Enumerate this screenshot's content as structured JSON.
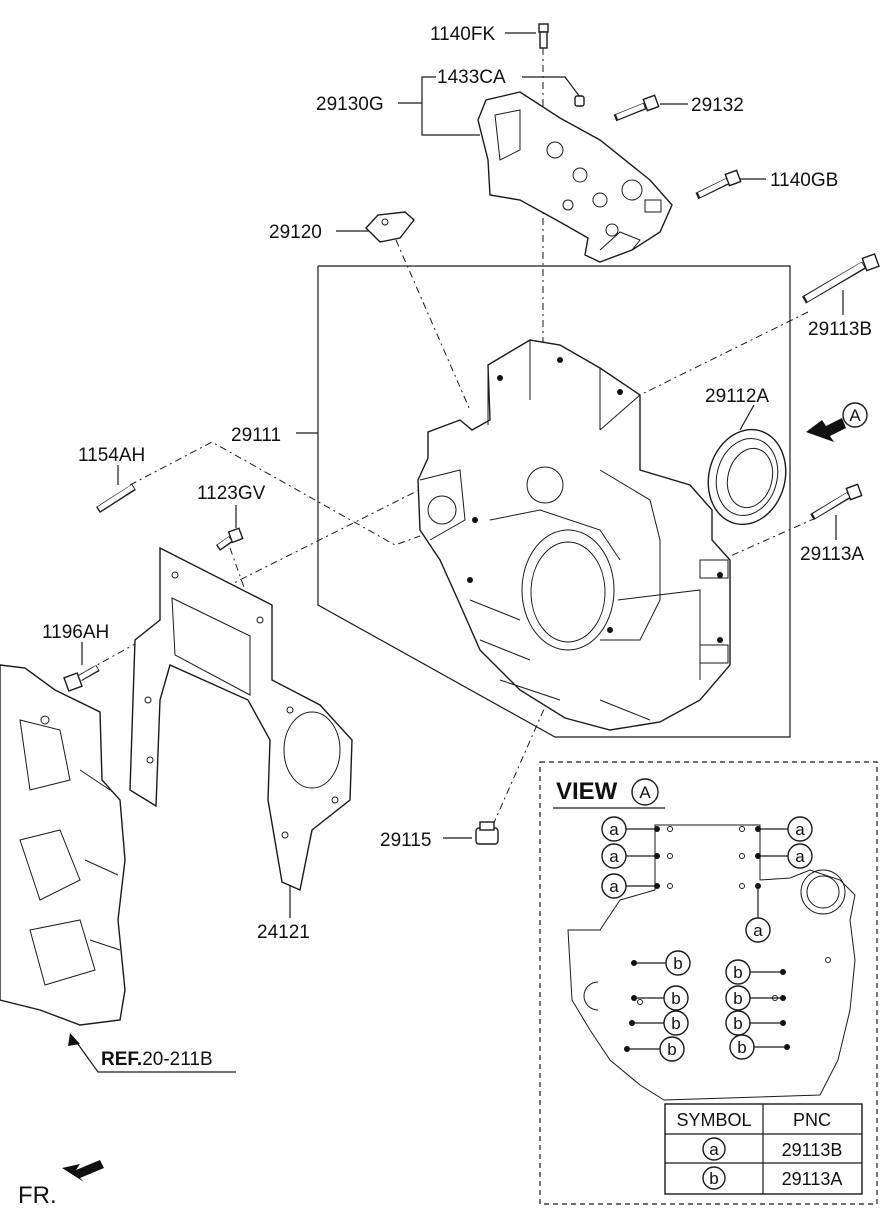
{
  "labels": {
    "p1140FK": "1140FK",
    "p1433CA": "1433CA",
    "p29130G": "29130G",
    "p29132": "29132",
    "p1140GB": "1140GB",
    "p29120": "29120",
    "p29113B": "29113B",
    "p29112A": "29112A",
    "p29111": "29111",
    "p1154AH": "1154AH",
    "p1123GV": "1123GV",
    "p29113A": "29113A",
    "p1196AH": "1196AH",
    "p29115": "29115",
    "p24121": "24121",
    "ref_prefix": "REF.",
    "ref_number": "20-211B",
    "front": "FR."
  },
  "view_callout": {
    "letter": "A"
  },
  "view_panel": {
    "title": "VIEW",
    "letter": "A",
    "symbol_a": "a",
    "symbol_b": "b"
  },
  "legend_table": {
    "header_symbol": "SYMBOL",
    "header_pnc": "PNC",
    "rows": [
      {
        "symbol": "a",
        "pnc": "29113B"
      },
      {
        "symbol": "b",
        "pnc": "29113A"
      }
    ]
  }
}
